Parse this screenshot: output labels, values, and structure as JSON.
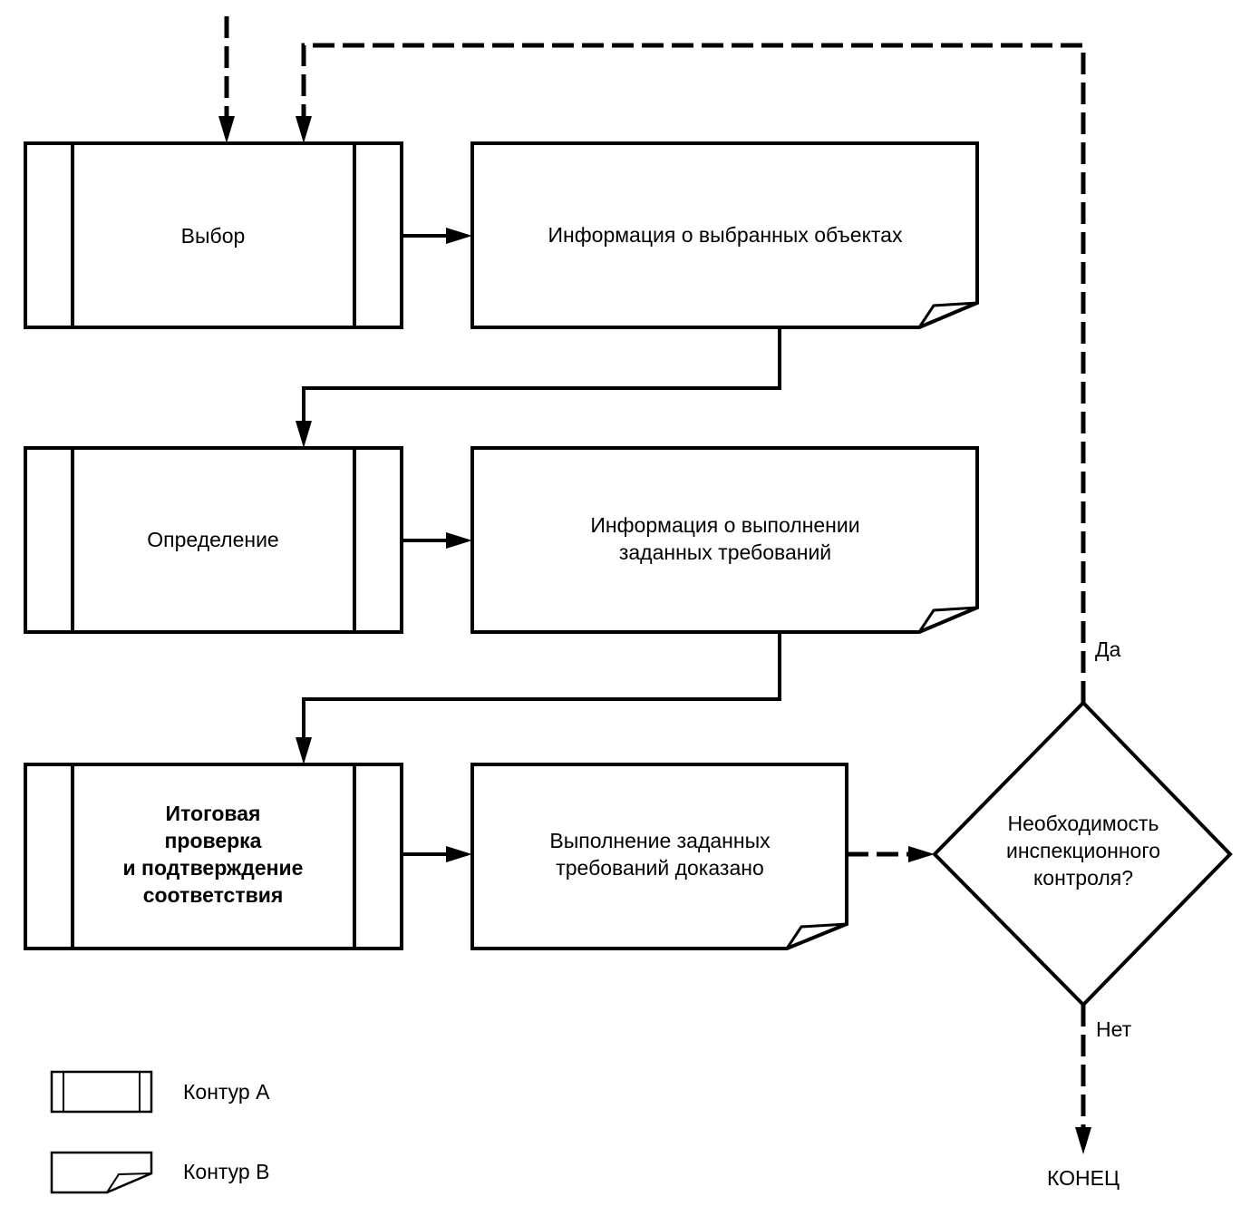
{
  "diagram": {
    "nodes": {
      "select": {
        "label": [
          "Выбор"
        ],
        "type": "Контур A"
      },
      "info_selected": {
        "label": [
          "Информация о выбранных объектах"
        ],
        "type": "Контур B"
      },
      "determine": {
        "label": [
          "Определение"
        ],
        "type": "Контур A"
      },
      "info_requirements": {
        "label": [
          "Информация о выполнении",
          "заданных требований"
        ],
        "type": "Контур B"
      },
      "final_check": {
        "label": [
          "Итоговая",
          "проверка",
          "и подтверждение",
          "соответствия"
        ],
        "type": "Контур A",
        "bold": true
      },
      "proven": {
        "label": [
          "Выполнение заданных",
          "требований доказано"
        ],
        "type": "Контур B"
      },
      "decision": {
        "label": [
          "Необходимость",
          "инспекционного",
          "контроля?"
        ],
        "type": "decision"
      },
      "end": {
        "label": [
          "КОНЕЦ"
        ]
      }
    },
    "edges": [
      {
        "from": "start",
        "to": "select",
        "style": "dashed"
      },
      {
        "from": "decision",
        "to": "select",
        "style": "dashed",
        "label": "Да"
      },
      {
        "from": "select",
        "to": "info_selected",
        "style": "solid"
      },
      {
        "from": "info_selected",
        "to": "determine",
        "style": "solid"
      },
      {
        "from": "determine",
        "to": "info_requirements",
        "style": "solid"
      },
      {
        "from": "info_requirements",
        "to": "final_check",
        "style": "solid"
      },
      {
        "from": "final_check",
        "to": "proven",
        "style": "solid"
      },
      {
        "from": "proven",
        "to": "decision",
        "style": "dashed"
      },
      {
        "from": "decision",
        "to": "end",
        "style": "dashed",
        "label": "Нет"
      }
    ],
    "branch_labels": {
      "yes": "Да",
      "no": "Нет"
    },
    "legend": [
      {
        "shape": "Контур A",
        "label": "Контур А"
      },
      {
        "shape": "Контур B",
        "label": "Контур В"
      }
    ]
  }
}
